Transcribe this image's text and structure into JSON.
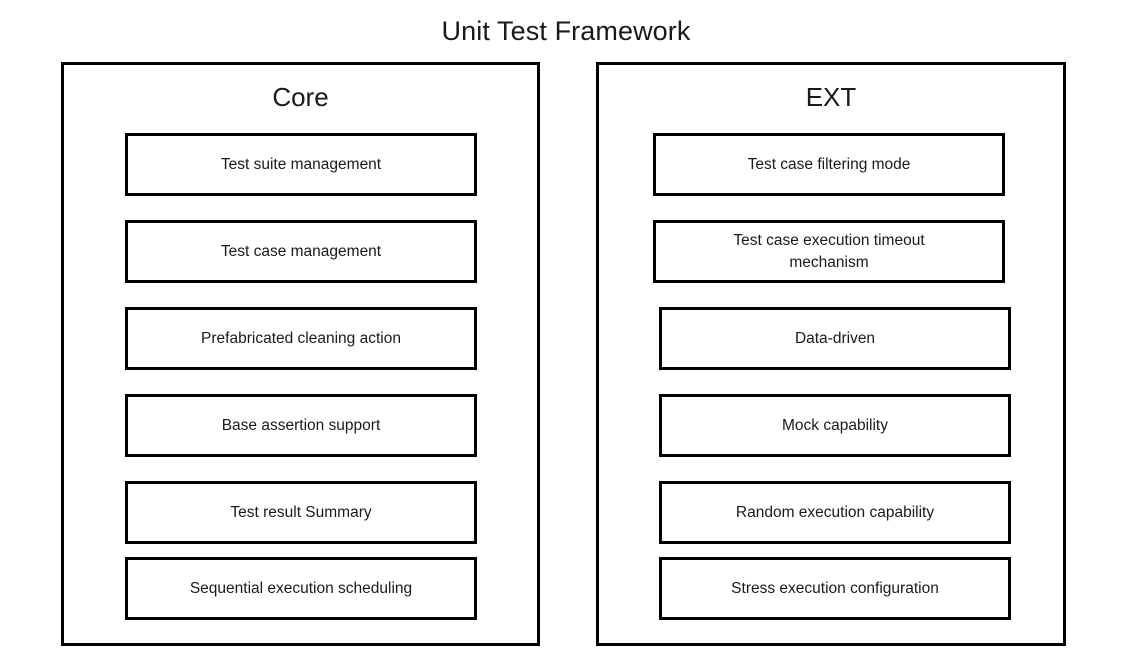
{
  "diagram": {
    "title": "Unit Test Framework",
    "type": "block-diagram",
    "background_color": "#ffffff",
    "line_color": "#000000",
    "text_color": "#1a1a1a"
  },
  "panels": [
    {
      "id": "core",
      "title": "Core",
      "items": [
        {
          "label": "Test suite management"
        },
        {
          "label": "Test case management"
        },
        {
          "label": "Prefabricated cleaning action"
        },
        {
          "label": "Base assertion support"
        },
        {
          "label": "Test result Summary"
        },
        {
          "label": "Sequential execution scheduling"
        }
      ]
    },
    {
      "id": "ext",
      "title": "EXT",
      "items": [
        {
          "label": "Test case filtering mode"
        },
        {
          "label": "Test case execution timeout\nmechanism"
        },
        {
          "label": "Data-driven"
        },
        {
          "label": "Mock capability"
        },
        {
          "label": "Random execution capability"
        },
        {
          "label": "Stress execution configuration"
        }
      ]
    }
  ]
}
